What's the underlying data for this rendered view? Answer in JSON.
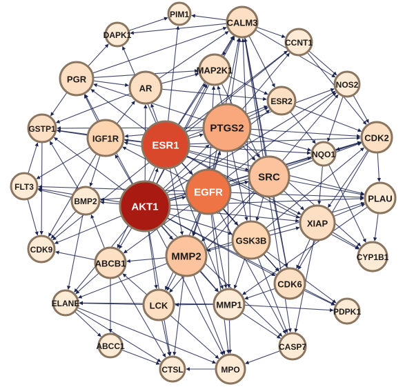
{
  "network": {
    "nodes": [
      {
        "id": "PIM1",
        "label": "PIM1",
        "fill": "#fdebd6"
      },
      {
        "id": "CALM3",
        "label": "CALM3",
        "fill": "#fddfc3"
      },
      {
        "id": "DAPK1",
        "label": "DAPK1",
        "fill": "#fdebd6"
      },
      {
        "id": "CCNT1",
        "label": "CCNT1",
        "fill": "#fdebd6"
      },
      {
        "id": "PGR",
        "label": "PGR",
        "fill": "#fddfc3"
      },
      {
        "id": "AR",
        "label": "AR",
        "fill": "#fddfc3"
      },
      {
        "id": "MAP2K1",
        "label": "MAP2K1",
        "fill": "#fddfc3"
      },
      {
        "id": "NOS2",
        "label": "NOS2",
        "fill": "#fdebd6"
      },
      {
        "id": "ESR2",
        "label": "ESR2",
        "fill": "#fddfc3"
      },
      {
        "id": "GSTP1",
        "label": "GSTP1",
        "fill": "#fddfc3"
      },
      {
        "id": "IGF1R",
        "label": "IGF1R",
        "fill": "#fdd5b0"
      },
      {
        "id": "ESR1",
        "label": "ESR1",
        "fill": "#d9482b"
      },
      {
        "id": "PTGS2",
        "label": "PTGS2",
        "fill": "#f9a87e"
      },
      {
        "id": "CDK2",
        "label": "CDK2",
        "fill": "#fddfc3"
      },
      {
        "id": "NQO1",
        "label": "NQO1",
        "fill": "#fdebd6"
      },
      {
        "id": "SRC",
        "label": "SRC",
        "fill": "#fbc49f"
      },
      {
        "id": "FLT3",
        "label": "FLT3",
        "fill": "#fdebd6"
      },
      {
        "id": "BMP2",
        "label": "BMP2",
        "fill": "#fdebd6"
      },
      {
        "id": "AKT1",
        "label": "AKT1",
        "fill": "#a81a12"
      },
      {
        "id": "EGFR",
        "label": "EGFR",
        "fill": "#ee7446"
      },
      {
        "id": "PLAU",
        "label": "PLAU",
        "fill": "#fdebd6"
      },
      {
        "id": "XIAP",
        "label": "XIAP",
        "fill": "#fddfc3"
      },
      {
        "id": "CDK9",
        "label": "CDK9",
        "fill": "#fdebd6"
      },
      {
        "id": "GSK3B",
        "label": "GSK3B",
        "fill": "#fdd5b0"
      },
      {
        "id": "MMP2",
        "label": "MMP2",
        "fill": "#fbc49f"
      },
      {
        "id": "ABCB1",
        "label": "ABCB1",
        "fill": "#fddfc3"
      },
      {
        "id": "CYP1B1",
        "label": "CYP1B1",
        "fill": "#fdebd6"
      },
      {
        "id": "CDK6",
        "label": "CDK6",
        "fill": "#fddfc3"
      },
      {
        "id": "ELANE",
        "label": "ELANE",
        "fill": "#fdebd6"
      },
      {
        "id": "LCK",
        "label": "LCK",
        "fill": "#fddfc3"
      },
      {
        "id": "MMP1",
        "label": "MMP1",
        "fill": "#fdebd6"
      },
      {
        "id": "PDPK1",
        "label": "PDPK1",
        "fill": "#fdebd6"
      },
      {
        "id": "ABCC1",
        "label": "ABCC1",
        "fill": "#fdebd6"
      },
      {
        "id": "CASP7",
        "label": "CASP7",
        "fill": "#fdebd6"
      },
      {
        "id": "CTSL",
        "label": "CTSL",
        "fill": "#fdebd6"
      },
      {
        "id": "MPO",
        "label": "MPO",
        "fill": "#fdebd6"
      }
    ],
    "edges": [
      [
        "AKT1",
        "ESR1"
      ],
      [
        "AKT1",
        "EGFR"
      ],
      [
        "AKT1",
        "PTGS2"
      ],
      [
        "AKT1",
        "SRC"
      ],
      [
        "AKT1",
        "GSK3B"
      ],
      [
        "AKT1",
        "MMP2"
      ],
      [
        "AKT1",
        "IGF1R"
      ],
      [
        "AKT1",
        "BMP2"
      ],
      [
        "AKT1",
        "XIAP"
      ],
      [
        "AKT1",
        "CDK2"
      ],
      [
        "AKT1",
        "AR"
      ],
      [
        "AKT1",
        "PGR"
      ],
      [
        "AKT1",
        "MAP2K1"
      ],
      [
        "AKT1",
        "CALM3"
      ],
      [
        "AKT1",
        "ABCB1"
      ],
      [
        "AKT1",
        "LCK"
      ],
      [
        "AKT1",
        "MMP1"
      ],
      [
        "AKT1",
        "CDK6"
      ],
      [
        "AKT1",
        "FLT3"
      ],
      [
        "AKT1",
        "GSTP1"
      ],
      [
        "AKT1",
        "CASP7"
      ],
      [
        "AKT1",
        "PDPK1"
      ],
      [
        "AKT1",
        "NOS2"
      ],
      [
        "AKT1",
        "ESR2"
      ],
      [
        "AKT1",
        "PLAU"
      ],
      [
        "AKT1",
        "CDK9"
      ],
      [
        "AKT1",
        "NQO1"
      ],
      [
        "AKT1",
        "CTSL"
      ],
      [
        "AKT1",
        "ELANE"
      ],
      [
        "AKT1",
        "MPO"
      ],
      [
        "ESR1",
        "EGFR"
      ],
      [
        "ESR1",
        "PTGS2"
      ],
      [
        "ESR1",
        "SRC"
      ],
      [
        "ESR1",
        "PGR"
      ],
      [
        "ESR1",
        "AR"
      ],
      [
        "ESR1",
        "ESR2"
      ],
      [
        "ESR1",
        "IGF1R"
      ],
      [
        "ESR1",
        "GSK3B"
      ],
      [
        "ESR1",
        "MMP2"
      ],
      [
        "ESR1",
        "CDK2"
      ],
      [
        "ESR1",
        "CALM3"
      ],
      [
        "ESR1",
        "MAP2K1"
      ],
      [
        "ESR1",
        "GSTP1"
      ],
      [
        "ESR1",
        "DAPK1"
      ],
      [
        "ESR1",
        "XIAP"
      ],
      [
        "ESR1",
        "CDK6"
      ],
      [
        "ESR1",
        "MMP1"
      ],
      [
        "ESR1",
        "ABCB1"
      ],
      [
        "ESR1",
        "NQO1"
      ],
      [
        "ESR1",
        "CYP1B1"
      ],
      [
        "ESR1",
        "PLAU"
      ],
      [
        "ESR1",
        "CCNT1"
      ],
      [
        "ESR1",
        "PIM1"
      ],
      [
        "EGFR",
        "PTGS2"
      ],
      [
        "EGFR",
        "SRC"
      ],
      [
        "EGFR",
        "GSK3B"
      ],
      [
        "EGFR",
        "MMP2"
      ],
      [
        "EGFR",
        "IGF1R"
      ],
      [
        "EGFR",
        "MAP2K1"
      ],
      [
        "EGFR",
        "CALM3"
      ],
      [
        "EGFR",
        "XIAP"
      ],
      [
        "EGFR",
        "CDK2"
      ],
      [
        "EGFR",
        "LCK"
      ],
      [
        "EGFR",
        "MMP1"
      ],
      [
        "EGFR",
        "PLAU"
      ],
      [
        "EGFR",
        "FLT3"
      ],
      [
        "EGFR",
        "BMP2"
      ],
      [
        "EGFR",
        "CDK6"
      ],
      [
        "EGFR",
        "ABCB1"
      ],
      [
        "EGFR",
        "NOS2"
      ],
      [
        "EGFR",
        "MPO"
      ],
      [
        "EGFR",
        "CASP7"
      ],
      [
        "PTGS2",
        "SRC"
      ],
      [
        "PTGS2",
        "MMP2"
      ],
      [
        "PTGS2",
        "CALM3"
      ],
      [
        "PTGS2",
        "NOS2"
      ],
      [
        "PTGS2",
        "NQO1"
      ],
      [
        "PTGS2",
        "CDK2"
      ],
      [
        "PTGS2",
        "MAP2K1"
      ],
      [
        "PTGS2",
        "PGR"
      ],
      [
        "PTGS2",
        "IGF1R"
      ],
      [
        "PTGS2",
        "GSK3B"
      ],
      [
        "PTGS2",
        "MMP1"
      ],
      [
        "PTGS2",
        "CYP1B1"
      ],
      [
        "PTGS2",
        "CCNT1"
      ],
      [
        "PTGS2",
        "ESR2"
      ],
      [
        "PTGS2",
        "GSTP1"
      ],
      [
        "SRC",
        "GSK3B"
      ],
      [
        "SRC",
        "XIAP"
      ],
      [
        "SRC",
        "CDK2"
      ],
      [
        "SRC",
        "PLAU"
      ],
      [
        "SRC",
        "MMP2"
      ],
      [
        "SRC",
        "CALM3"
      ],
      [
        "SRC",
        "IGF1R"
      ],
      [
        "SRC",
        "LCK"
      ],
      [
        "SRC",
        "CDK6"
      ],
      [
        "SRC",
        "NOS2"
      ],
      [
        "GSK3B",
        "XIAP"
      ],
      [
        "GSK3B",
        "MMP2"
      ],
      [
        "GSK3B",
        "CDK2"
      ],
      [
        "GSK3B",
        "CDK6"
      ],
      [
        "GSK3B",
        "MMP1"
      ],
      [
        "GSK3B",
        "CASP7"
      ],
      [
        "GSK3B",
        "PDPK1"
      ],
      [
        "GSK3B",
        "CALM3"
      ],
      [
        "MMP2",
        "MMP1"
      ],
      [
        "MMP2",
        "LCK"
      ],
      [
        "MMP2",
        "PLAU"
      ],
      [
        "MMP2",
        "ABCB1"
      ],
      [
        "MMP2",
        "MPO"
      ],
      [
        "MMP2",
        "CTSL"
      ],
      [
        "MMP2",
        "ELANE"
      ],
      [
        "IGF1R",
        "PGR"
      ],
      [
        "IGF1R",
        "GSTP1"
      ],
      [
        "IGF1R",
        "FLT3"
      ],
      [
        "IGF1R",
        "BMP2"
      ],
      [
        "IGF1R",
        "AR"
      ],
      [
        "IGF1R",
        "CDK9"
      ],
      [
        "PGR",
        "AR"
      ],
      [
        "PGR",
        "GSTP1"
      ],
      [
        "PGR",
        "DAPK1"
      ],
      [
        "PGR",
        "CALM3"
      ],
      [
        "PGR",
        "MAP2K1"
      ],
      [
        "AR",
        "MAP2K1"
      ],
      [
        "AR",
        "CALM3"
      ],
      [
        "AR",
        "GSTP1"
      ],
      [
        "AR",
        "ESR2"
      ],
      [
        "CALM3",
        "MAP2K1"
      ],
      [
        "CALM3",
        "PIM1"
      ],
      [
        "CALM3",
        "DAPK1"
      ],
      [
        "CALM3",
        "NOS2"
      ],
      [
        "CALM3",
        "CCNT1"
      ],
      [
        "CALM3",
        "ESR2"
      ],
      [
        "CALM3",
        "CDK6"
      ],
      [
        "CALM3",
        "CASP7"
      ],
      [
        "CCNT1",
        "CDK2"
      ],
      [
        "CCNT1",
        "NOS2"
      ],
      [
        "CCNT1",
        "CDK9"
      ],
      [
        "NOS2",
        "CDK2"
      ],
      [
        "NOS2",
        "NQO1"
      ],
      [
        "ESR2",
        "CDK2"
      ],
      [
        "ESR2",
        "NQO1"
      ],
      [
        "CDK2",
        "NQO1"
      ],
      [
        "CDK2",
        "PLAU"
      ],
      [
        "CDK2",
        "XIAP"
      ],
      [
        "CDK2",
        "CDK6"
      ],
      [
        "NQO1",
        "XIAP"
      ],
      [
        "NQO1",
        "CYP1B1"
      ],
      [
        "XIAP",
        "CASP7"
      ],
      [
        "XIAP",
        "CDK6"
      ],
      [
        "XIAP",
        "PLAU"
      ],
      [
        "XIAP",
        "CYP1B1"
      ],
      [
        "PLAU",
        "CYP1B1"
      ],
      [
        "PLAU",
        "MMP1"
      ],
      [
        "CDK6",
        "PDPK1"
      ],
      [
        "CDK6",
        "MMP1"
      ],
      [
        "MMP1",
        "PDPK1"
      ],
      [
        "MMP1",
        "MPO"
      ],
      [
        "MMP1",
        "LCK"
      ],
      [
        "MMP1",
        "CASP7"
      ],
      [
        "MMP1",
        "ELANE"
      ],
      [
        "LCK",
        "ELANE"
      ],
      [
        "LCK",
        "MPO"
      ],
      [
        "LCK",
        "CTSL"
      ],
      [
        "LCK",
        "ABCB1"
      ],
      [
        "ABCB1",
        "ELANE"
      ],
      [
        "ABCB1",
        "CDK9"
      ],
      [
        "ABCB1",
        "ABCC1"
      ],
      [
        "ABCB1",
        "BMP2"
      ],
      [
        "ABCB1",
        "CTSL"
      ],
      [
        "BMP2",
        "FLT3"
      ],
      [
        "BMP2",
        "GSTP1"
      ],
      [
        "BMP2",
        "CDK9"
      ],
      [
        "BMP2",
        "ELANE"
      ],
      [
        "FLT3",
        "GSTP1"
      ],
      [
        "FLT3",
        "CDK9"
      ],
      [
        "ELANE",
        "ABCC1"
      ],
      [
        "ELANE",
        "MPO"
      ],
      [
        "ELANE",
        "CTSL"
      ],
      [
        "ABCC1",
        "CTSL"
      ],
      [
        "MPO",
        "CTSL"
      ],
      [
        "CASP7",
        "MPO"
      ],
      [
        "DAPK1",
        "PIM1"
      ],
      [
        "GSTP1",
        "CDK9"
      ],
      [
        "MAP2K1",
        "ESR2"
      ],
      [
        "MAP2K1",
        "SRC"
      ]
    ]
  }
}
